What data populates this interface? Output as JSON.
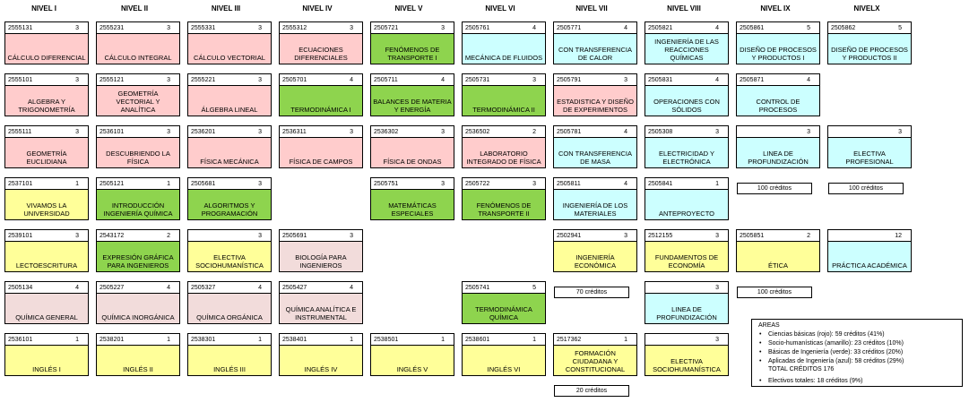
{
  "levels": [
    "NIVEL I",
    "NIVEL II",
    "NIVEL III",
    "NIVEL IV",
    "NIVEL V",
    "NIVEL VI",
    "NIVEL VII",
    "NIVEL VIII",
    "NIVEL IX",
    "NIVELX"
  ],
  "colors": {
    "red": "#ffcccc",
    "yellow": "#ffff99",
    "green": "#8ed44e",
    "blue": "#ccffff",
    "pink": "#f2dcdb"
  },
  "courses": [
    {
      "col": 0,
      "row": 0,
      "code": "2555131",
      "credits": "3",
      "name": "CÁLCULO DIFERENCIAL",
      "color": "red"
    },
    {
      "col": 1,
      "row": 0,
      "code": "2555231",
      "credits": "3",
      "name": "CÁLCULO INTEGRAL",
      "color": "red"
    },
    {
      "col": 2,
      "row": 0,
      "code": "2555331",
      "credits": "3",
      "name": "CÁLCULO VECTORIAL",
      "color": "red"
    },
    {
      "col": 3,
      "row": 0,
      "code": "2555312",
      "credits": "3",
      "name": "ECUACIONES DIFERENCIALES",
      "color": "red"
    },
    {
      "col": 4,
      "row": 0,
      "code": "2505721",
      "credits": "3",
      "name": "FENÓMENOS DE TRANSPORTE I",
      "color": "green"
    },
    {
      "col": 5,
      "row": 0,
      "code": "2505761",
      "credits": "4",
      "name": "MECÁNICA DE FLUIDOS",
      "color": "blue"
    },
    {
      "col": 6,
      "row": 0,
      "code": "2505771",
      "credits": "4",
      "name": "CON TRANSFERENCIA DE CALOR",
      "color": "blue"
    },
    {
      "col": 7,
      "row": 0,
      "code": "2505821",
      "credits": "4",
      "name": "INGENIERÍA DE LAS REACCIONES QUÍMICAS",
      "color": "blue"
    },
    {
      "col": 8,
      "row": 0,
      "code": "2505861",
      "credits": "5",
      "name": "DISEÑO DE PROCESOS Y PRODUCTOS I",
      "color": "blue"
    },
    {
      "col": 9,
      "row": 0,
      "code": "2505862",
      "credits": "5",
      "name": "DISEÑO DE PROCESOS Y PRODUCTOS II",
      "color": "blue"
    },
    {
      "col": 0,
      "row": 1,
      "code": "2555101",
      "credits": "3",
      "name": "ALGEBRA Y TRIGONOMETRÍA",
      "color": "red"
    },
    {
      "col": 1,
      "row": 1,
      "code": "2555121",
      "credits": "3",
      "name": "GEOMETRÍA VECTORIAL Y ANALÍTICA",
      "color": "red"
    },
    {
      "col": 2,
      "row": 1,
      "code": "2555221",
      "credits": "3",
      "name": "ÁLGEBRA LINEAL",
      "color": "red"
    },
    {
      "col": 3,
      "row": 1,
      "code": "2505701",
      "credits": "4",
      "name": "TERMODINÁMICA I",
      "color": "green"
    },
    {
      "col": 4,
      "row": 1,
      "code": "2505711",
      "credits": "4",
      "name": "BALANCES DE MATERIA Y ENERGÍA",
      "color": "green"
    },
    {
      "col": 5,
      "row": 1,
      "code": "2505731",
      "credits": "3",
      "name": "TERMODINÁMICA II",
      "color": "green"
    },
    {
      "col": 6,
      "row": 1,
      "code": "2505791",
      "credits": "3",
      "name": "ESTADISTICA Y DISEÑO DE EXPERIMENTOS",
      "color": "red"
    },
    {
      "col": 7,
      "row": 1,
      "code": "2505831",
      "credits": "4",
      "name": "OPERACIONES CON SÓLIDOS",
      "color": "blue"
    },
    {
      "col": 8,
      "row": 1,
      "code": "2505871",
      "credits": "4",
      "name": "CONTROL DE PROCESOS",
      "color": "blue"
    },
    {
      "col": 0,
      "row": 2,
      "code": "2555111",
      "credits": "3",
      "name": "GEOMETRÍA EUCLIDIANA",
      "color": "red"
    },
    {
      "col": 1,
      "row": 2,
      "code": "2536101",
      "credits": "3",
      "name": "DESCUBRIENDO LA FÍSICA",
      "color": "red"
    },
    {
      "col": 2,
      "row": 2,
      "code": "2536201",
      "credits": "3",
      "name": "FÍSICA MECÁNICA",
      "color": "red"
    },
    {
      "col": 3,
      "row": 2,
      "code": "2536311",
      "credits": "3",
      "name": "FÍSICA DE CAMPOS",
      "color": "red"
    },
    {
      "col": 4,
      "row": 2,
      "code": "2536302",
      "credits": "3",
      "name": "FÍSICA DE ONDAS",
      "color": "red"
    },
    {
      "col": 5,
      "row": 2,
      "code": "2536502",
      "credits": "2",
      "name": "LABORATORIO INTEGRADO DE FÍSICA",
      "color": "red"
    },
    {
      "col": 6,
      "row": 2,
      "code": "2505781",
      "credits": "4",
      "name": "CON TRANSFERENCIA DE MASA",
      "color": "blue"
    },
    {
      "col": 7,
      "row": 2,
      "code": "2505308",
      "credits": "3",
      "name": "ELECTRICIDAD Y ELECTRÓNICA",
      "color": "blue"
    },
    {
      "col": 8,
      "row": 2,
      "code": "",
      "credits": "3",
      "name": "LINEA DE PROFUNDIZACIÓN",
      "color": "blue"
    },
    {
      "col": 9,
      "row": 2,
      "code": "",
      "credits": "3",
      "name": "ELECTIVA PROFESIONAL",
      "color": "blue"
    },
    {
      "col": 0,
      "row": 3,
      "code": "2537101",
      "credits": "1",
      "name": "VIVAMOS LA UNIVERSIDAD",
      "color": "yellow"
    },
    {
      "col": 1,
      "row": 3,
      "code": "2505121",
      "credits": "1",
      "name": "INTRODUCCIÓN INGENIERÍA QUÍMICA",
      "color": "green"
    },
    {
      "col": 2,
      "row": 3,
      "code": "2505681",
      "credits": "3",
      "name": "ALGORITMOS Y PROGRAMACIÓN",
      "color": "green"
    },
    {
      "col": 4,
      "row": 3,
      "code": "2505751",
      "credits": "3",
      "name": "MATEMÁTICAS ESPECIALES",
      "color": "green"
    },
    {
      "col": 5,
      "row": 3,
      "code": "2505722",
      "credits": "3",
      "name": "FENÓMENOS DE TRANSPORTE II",
      "color": "green"
    },
    {
      "col": 6,
      "row": 3,
      "code": "2505811",
      "credits": "4",
      "name": "INGENIERÍA DE LOS MATERIALES",
      "color": "blue"
    },
    {
      "col": 7,
      "row": 3,
      "code": "2505841",
      "credits": "1",
      "name": "ANTEPROYECTO",
      "color": "blue"
    },
    {
      "col": 0,
      "row": 4,
      "code": "2539101",
      "credits": "3",
      "name": "LECTOESCRITURA",
      "color": "yellow"
    },
    {
      "col": 1,
      "row": 4,
      "code": "2543172",
      "credits": "2",
      "name": "EXPRESIÓN GRÁFICA PARA INGENIEROS",
      "color": "green"
    },
    {
      "col": 2,
      "row": 4,
      "code": "",
      "credits": "3",
      "name": "ELECTIVA SOCIOHUMANÍSTICA",
      "color": "yellow"
    },
    {
      "col": 3,
      "row": 4,
      "code": "2505691",
      "credits": "3",
      "name": "BIOLOGÍA PARA INGENIEROS",
      "color": "pink"
    },
    {
      "col": 6,
      "row": 4,
      "code": "2502941",
      "credits": "3",
      "name": "INGENIERÍA ECONÓMICA",
      "color": "yellow"
    },
    {
      "col": 7,
      "row": 4,
      "code": "2512155",
      "credits": "3",
      "name": "FUNDAMENTOS DE ECONOMÍA",
      "color": "yellow"
    },
    {
      "col": 8,
      "row": 4,
      "code": "2505851",
      "credits": "2",
      "name": "ÉTICA",
      "color": "yellow"
    },
    {
      "col": 9,
      "row": 4,
      "code": "",
      "credits": "12",
      "name": "PRÁCTICA ACADÉMICA",
      "color": "blue"
    },
    {
      "col": 0,
      "row": 5,
      "code": "2505134",
      "credits": "4",
      "name": "QUÍMICA GENERAL",
      "color": "pink"
    },
    {
      "col": 1,
      "row": 5,
      "code": "2505227",
      "credits": "4",
      "name": "QUÍMICA INORGÁNICA",
      "color": "pink"
    },
    {
      "col": 2,
      "row": 5,
      "code": "2505327",
      "credits": "4",
      "name": "QUÍMICA ORGÁNICA",
      "color": "pink"
    },
    {
      "col": 3,
      "row": 5,
      "code": "2505427",
      "credits": "4",
      "name": "QUÍMICA ANALÍTICA E INSTRUMENTAL",
      "color": "pink"
    },
    {
      "col": 5,
      "row": 5,
      "code": "2505741",
      "credits": "5",
      "name": "TERMODINÁMICA QUÍMICA",
      "color": "green"
    },
    {
      "col": 7,
      "row": 5,
      "code": "",
      "credits": "3",
      "name": "LINEA DE PROFUNDIZACIÓN",
      "color": "blue"
    },
    {
      "col": 0,
      "row": 6,
      "code": "2536101",
      "credits": "1",
      "name": "INGLÉS I",
      "color": "yellow"
    },
    {
      "col": 1,
      "row": 6,
      "code": "2538201",
      "credits": "1",
      "name": "INGLÉS II",
      "color": "yellow"
    },
    {
      "col": 2,
      "row": 6,
      "code": "2538301",
      "credits": "1",
      "name": "INGLÉS III",
      "color": "yellow"
    },
    {
      "col": 3,
      "row": 6,
      "code": "2538401",
      "credits": "1",
      "name": "INGLÉS IV",
      "color": "yellow"
    },
    {
      "col": 4,
      "row": 6,
      "code": "2538501",
      "credits": "1",
      "name": "INGLÉS V",
      "color": "yellow"
    },
    {
      "col": 5,
      "row": 6,
      "code": "2538601",
      "credits": "1",
      "name": "INGLÉS VI",
      "color": "yellow"
    },
    {
      "col": 6,
      "row": 6,
      "code": "2517362",
      "credits": "1",
      "name": "FORMACIÓN CIUDADANA Y CONSTITUCIONAL",
      "color": "yellow"
    },
    {
      "col": 7,
      "row": 6,
      "code": "",
      "credits": "3",
      "name": "ELECTIVA SOCIOHUMANÍSTICA",
      "color": "yellow"
    }
  ],
  "notes": [
    {
      "col": 8,
      "row": 3,
      "text": "100 créditos"
    },
    {
      "col": 9,
      "row": 3,
      "text": "100 créditos"
    },
    {
      "col": 6,
      "row": 5,
      "text": "70 créditos"
    },
    {
      "col": 8,
      "row": 5,
      "text": "100 créditos"
    },
    {
      "col": 6,
      "row": 7,
      "text": "20 créditos"
    }
  ],
  "areas": {
    "title": "AREAS",
    "items": [
      "Ciencias básicas (rojo): 59 créditos  (41%)",
      "Socio-humanísticas (amarillo): 23 créditos  (10%)",
      "Básicas de Ingeniería (verde): 33 créditos  (20%)",
      "Aplicadas de Ingeniería (azul): 58 créditos  (29%)"
    ],
    "total": "TOTAL CRÉDITOS    176",
    "electives": "Electivos totales: 18 créditos  (9%)"
  }
}
